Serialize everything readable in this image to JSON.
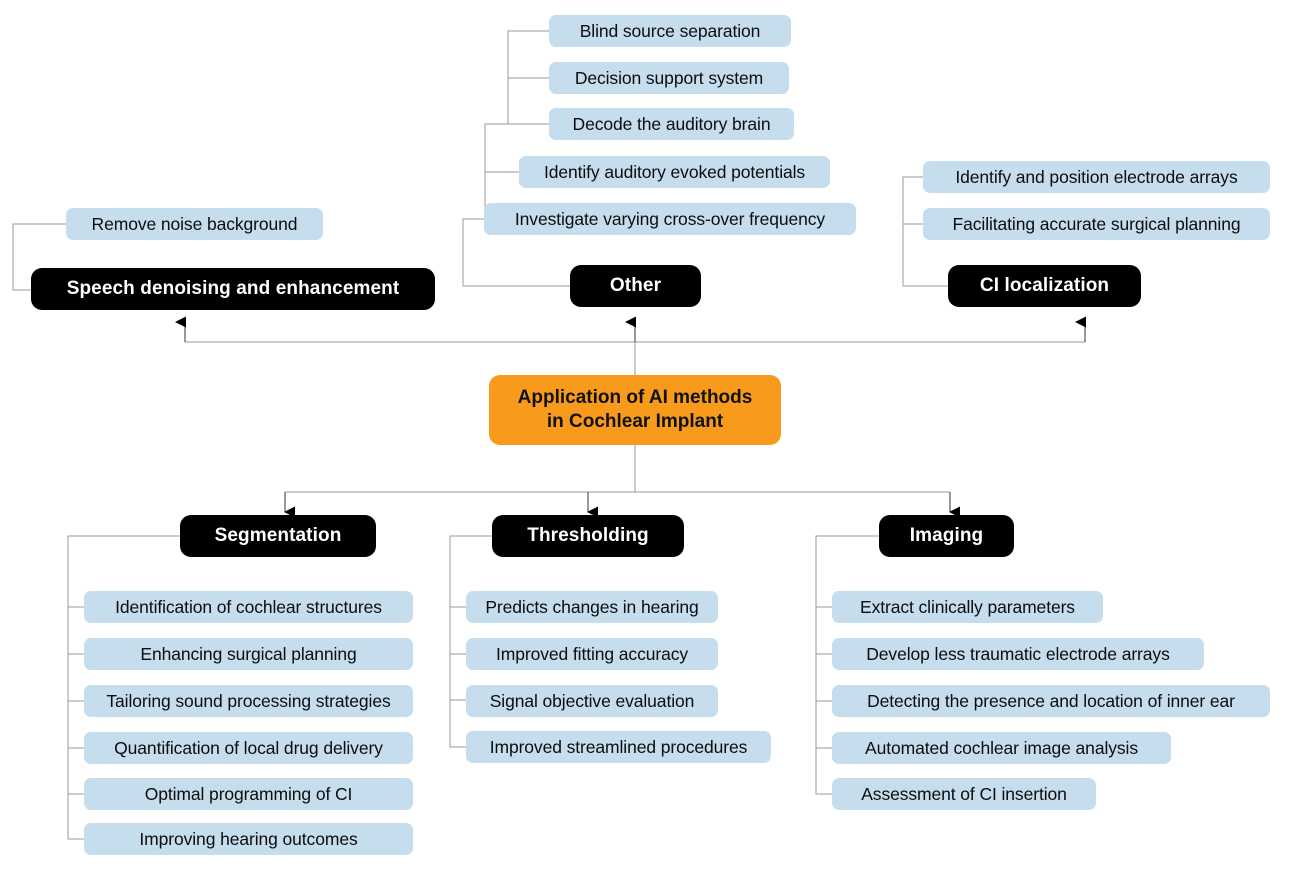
{
  "meta": {
    "title": "Application of AI methods in Cochlear Implant",
    "colors": {
      "leaf_fill": "#c6ddee",
      "category_fill": "#000000",
      "category_text": "#ffffff",
      "root_fill": "#f89b1d",
      "root_text": "#111111",
      "connector": "#9a9a9a",
      "arrow": "#000000",
      "background": "#ffffff"
    }
  },
  "root": {
    "label_line1": "Application of AI methods",
    "label_line2": "in Cochlear Implant"
  },
  "categories": {
    "speech": {
      "label": "Speech denoising and enhancement"
    },
    "other": {
      "label": "Other"
    },
    "ci_localization": {
      "label": "CI localization"
    },
    "segmentation": {
      "label": "Segmentation"
    },
    "thresholding": {
      "label": "Thresholding"
    },
    "imaging": {
      "label": "Imaging"
    }
  },
  "leaves": {
    "speech": [
      {
        "label": "Remove noise background"
      }
    ],
    "other": [
      {
        "label": "Blind source separation"
      },
      {
        "label": "Decision support system"
      },
      {
        "label": "Decode the auditory brain"
      },
      {
        "label": "Identify auditory evoked potentials"
      },
      {
        "label": "Investigate varying cross-over frequency"
      }
    ],
    "ci_localization": [
      {
        "label": "Identify and position electrode arrays"
      },
      {
        "label": "Facilitating accurate surgical planning"
      }
    ],
    "segmentation": [
      {
        "label": "Identification of cochlear structures"
      },
      {
        "label": "Enhancing surgical planning"
      },
      {
        "label": "Tailoring sound processing strategies"
      },
      {
        "label": "Quantification of local drug delivery"
      },
      {
        "label": "Optimal programming of CI"
      },
      {
        "label": "Improving hearing outcomes"
      }
    ],
    "thresholding": [
      {
        "label": "Predicts changes in hearing"
      },
      {
        "label": "Improved fitting accuracy"
      },
      {
        "label": "Signal objective evaluation"
      },
      {
        "label": "Improved streamlined procedures"
      }
    ],
    "imaging": [
      {
        "label": "Extract clinically parameters"
      },
      {
        "label": "Develop less traumatic electrode arrays"
      },
      {
        "label": "Detecting the presence and location of inner ear"
      },
      {
        "label": "Automated cochlear image analysis"
      },
      {
        "label": "Assessment of CI insertion"
      }
    ]
  }
}
